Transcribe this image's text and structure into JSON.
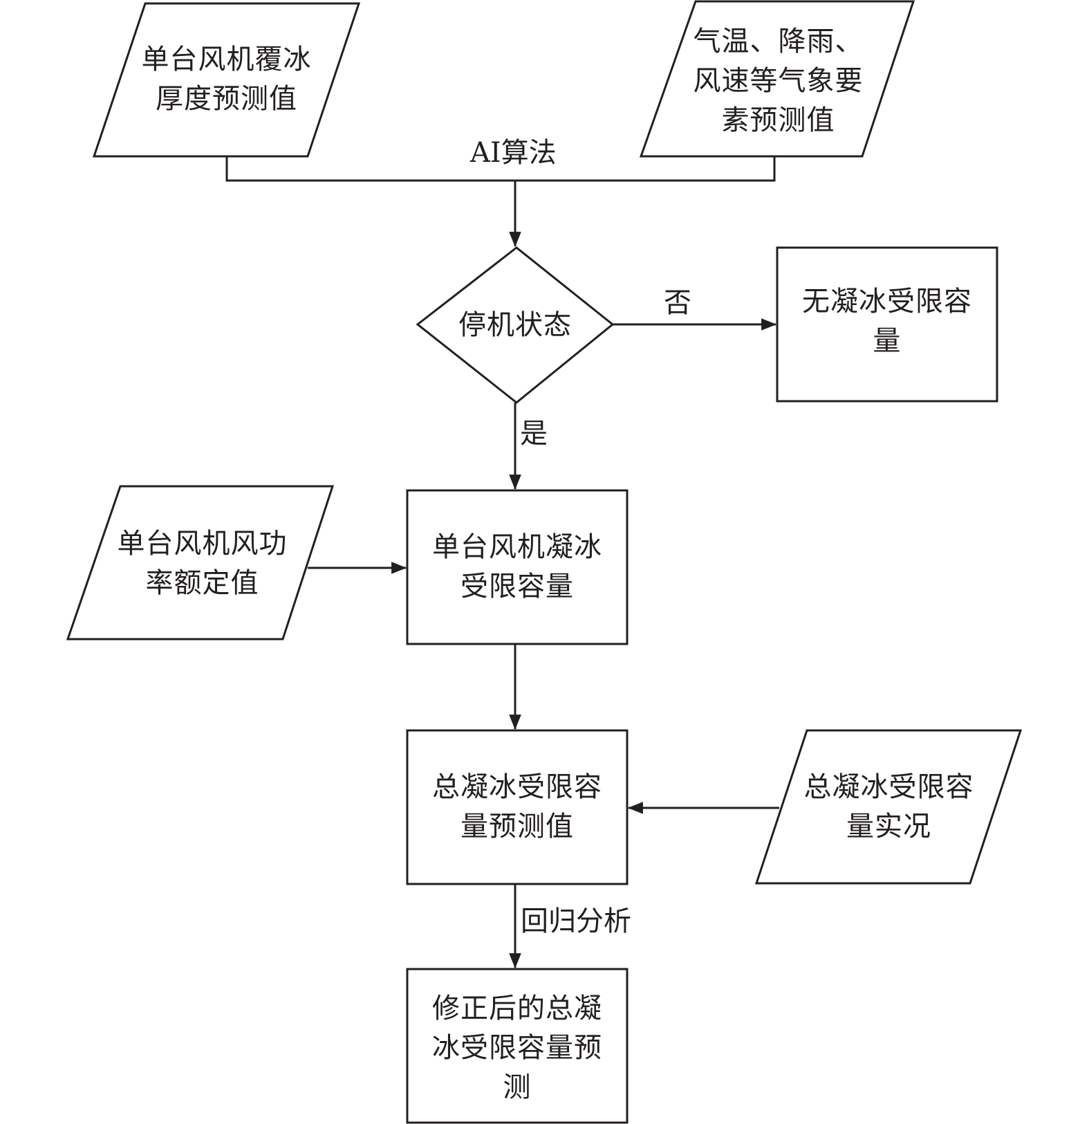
{
  "nodes": {
    "input_ice": "单台风机覆冰\n厚度预测值",
    "input_weather": "气温、降雨、\n风速等气象要\n素预测值",
    "decision_shutdown": "停机状态",
    "no_limit": "无凝冰受限容\n量",
    "input_rated": "单台风机风功\n率额定值",
    "single_limit": "单台风机凝冰\n受限容量",
    "total_forecast": "总凝冰受限容\n量预测值",
    "input_actual": "总凝冰受限容\n量实况",
    "corrected": "修正后的总凝\n冰受限容量预\n测"
  },
  "edge_labels": {
    "ai": "AI算法",
    "no": "否",
    "yes": "是",
    "regression": "回归分析"
  },
  "colors": {
    "stroke": "#231f20",
    "background": "#ffffff"
  }
}
